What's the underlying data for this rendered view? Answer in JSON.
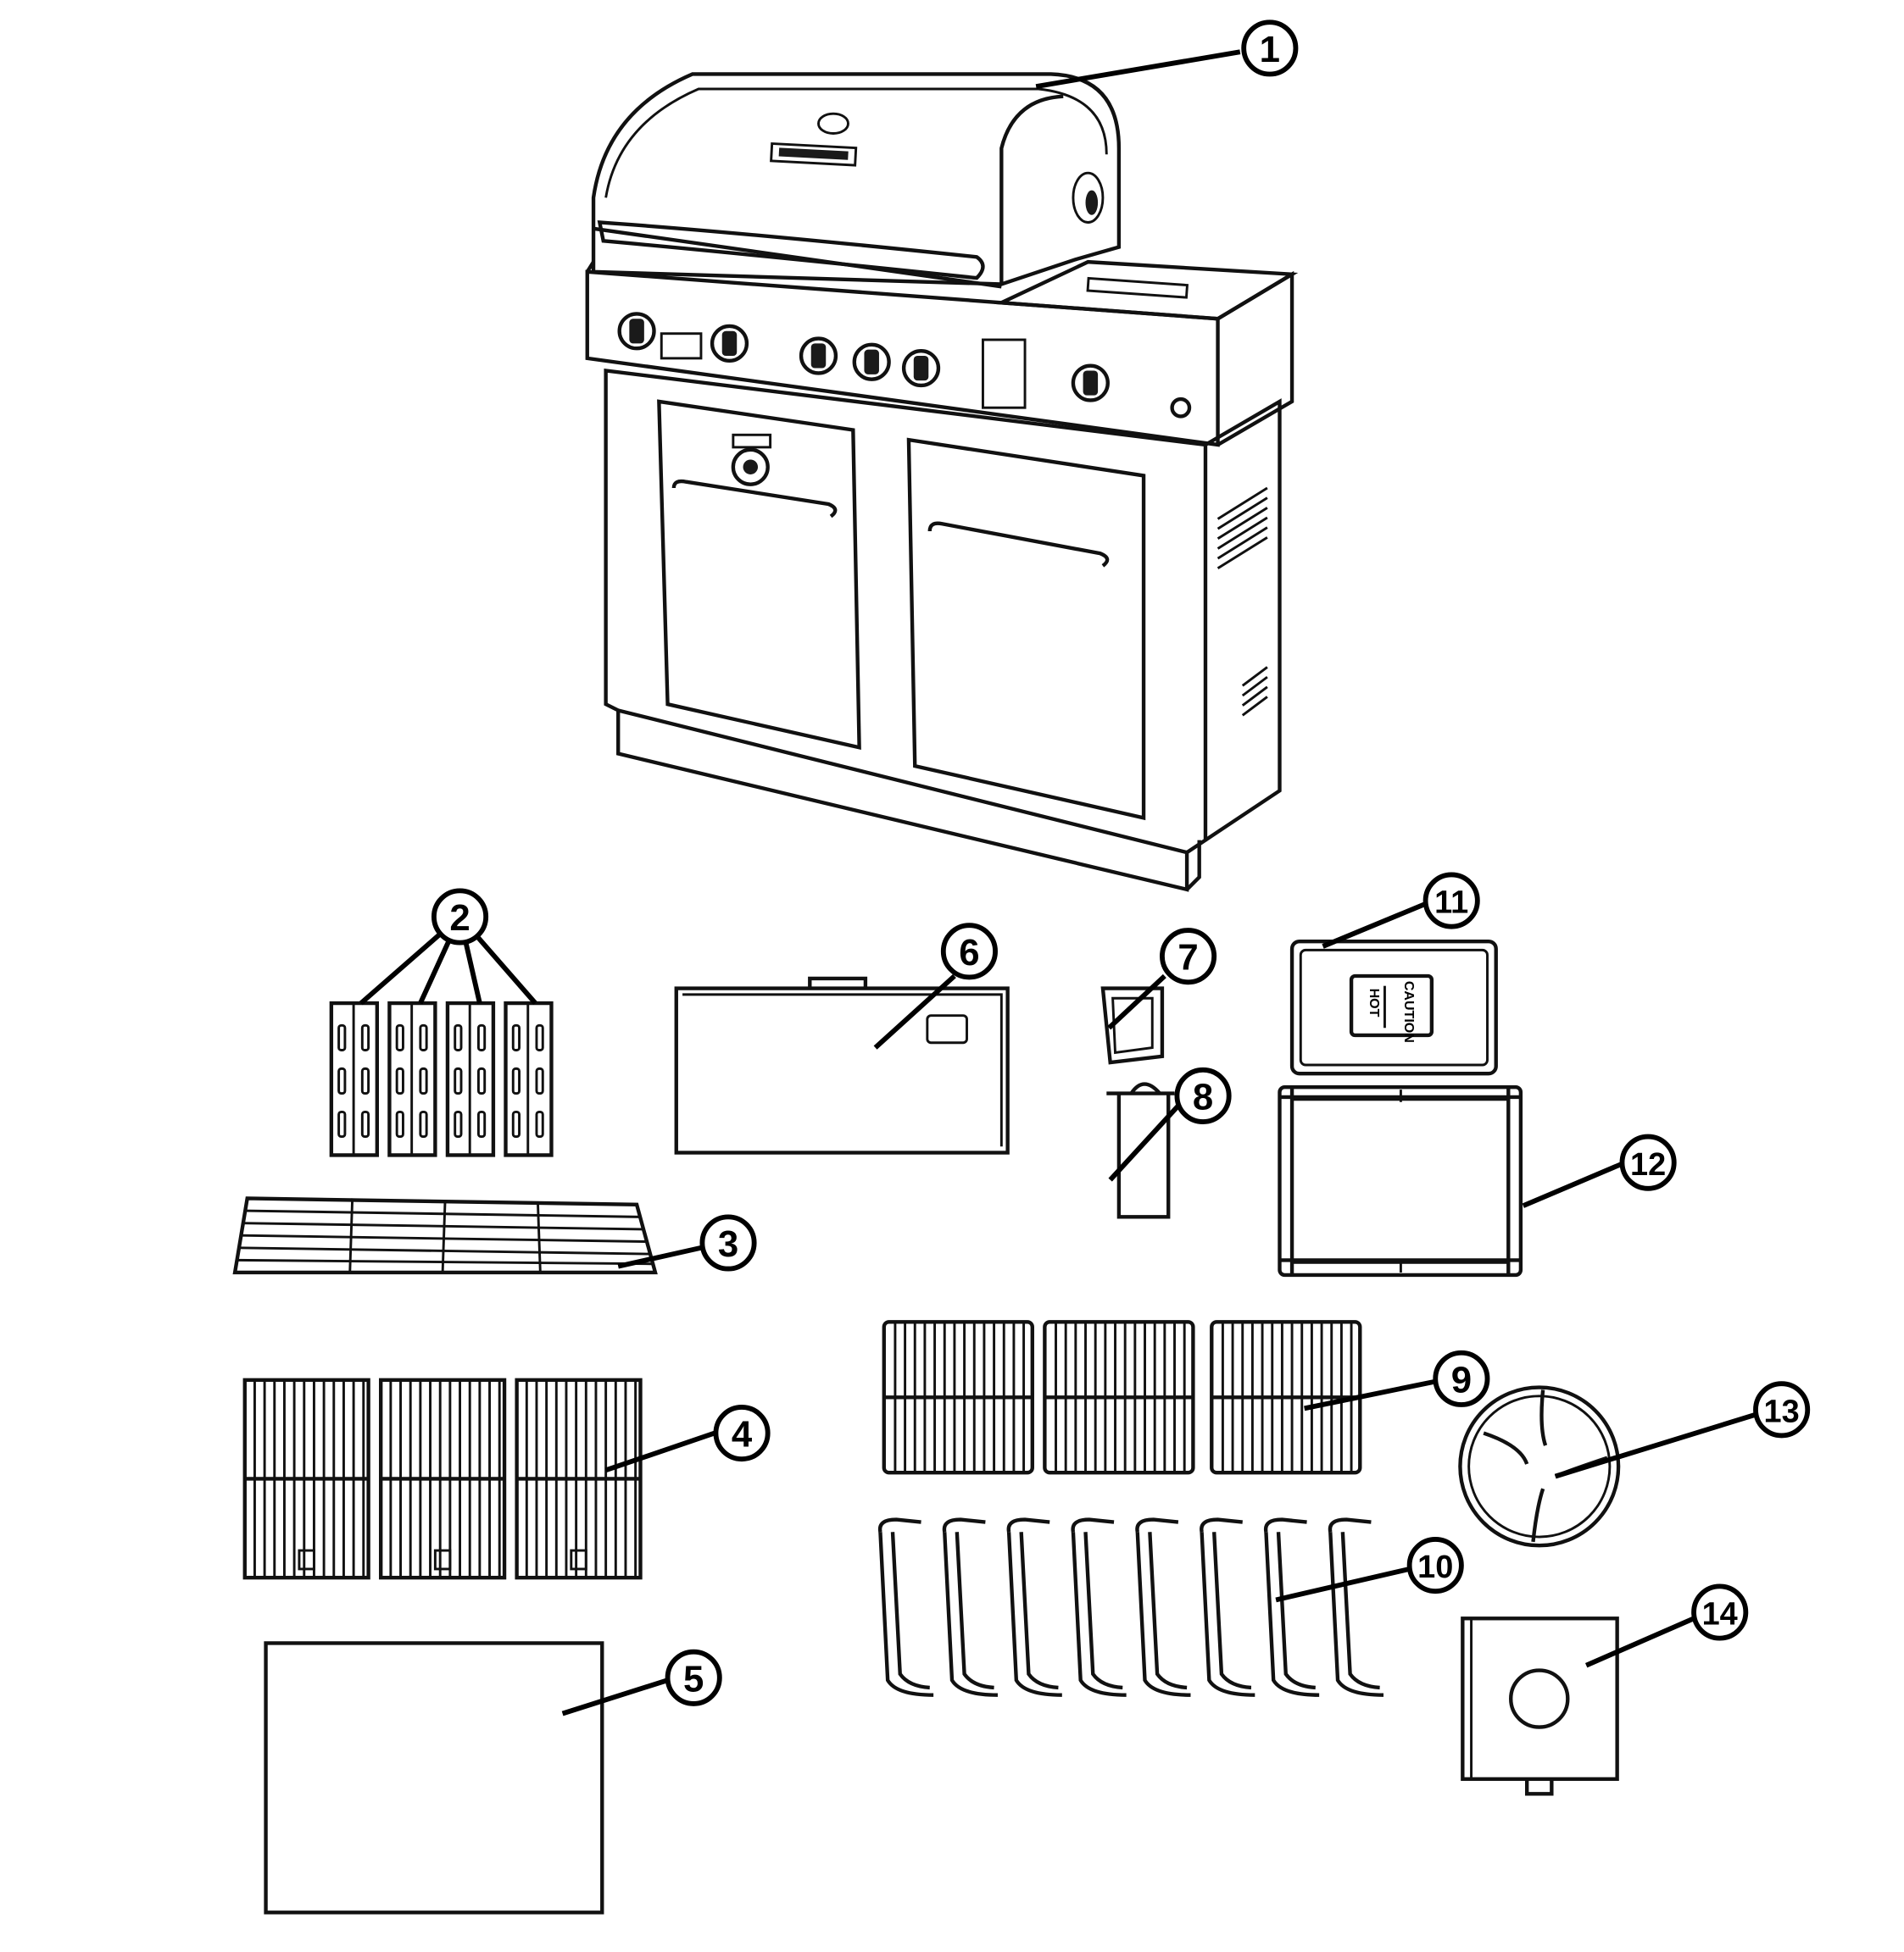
{
  "callouts": [
    {
      "id": "1"
    },
    {
      "id": "2"
    },
    {
      "id": "3"
    },
    {
      "id": "4"
    },
    {
      "id": "5"
    },
    {
      "id": "6"
    },
    {
      "id": "7"
    },
    {
      "id": "8"
    },
    {
      "id": "9"
    },
    {
      "id": "10"
    },
    {
      "id": "11"
    },
    {
      "id": "12"
    },
    {
      "id": "13"
    },
    {
      "id": "14"
    }
  ],
  "labels": {
    "caution": "CAUTION",
    "hot": "HOT"
  }
}
